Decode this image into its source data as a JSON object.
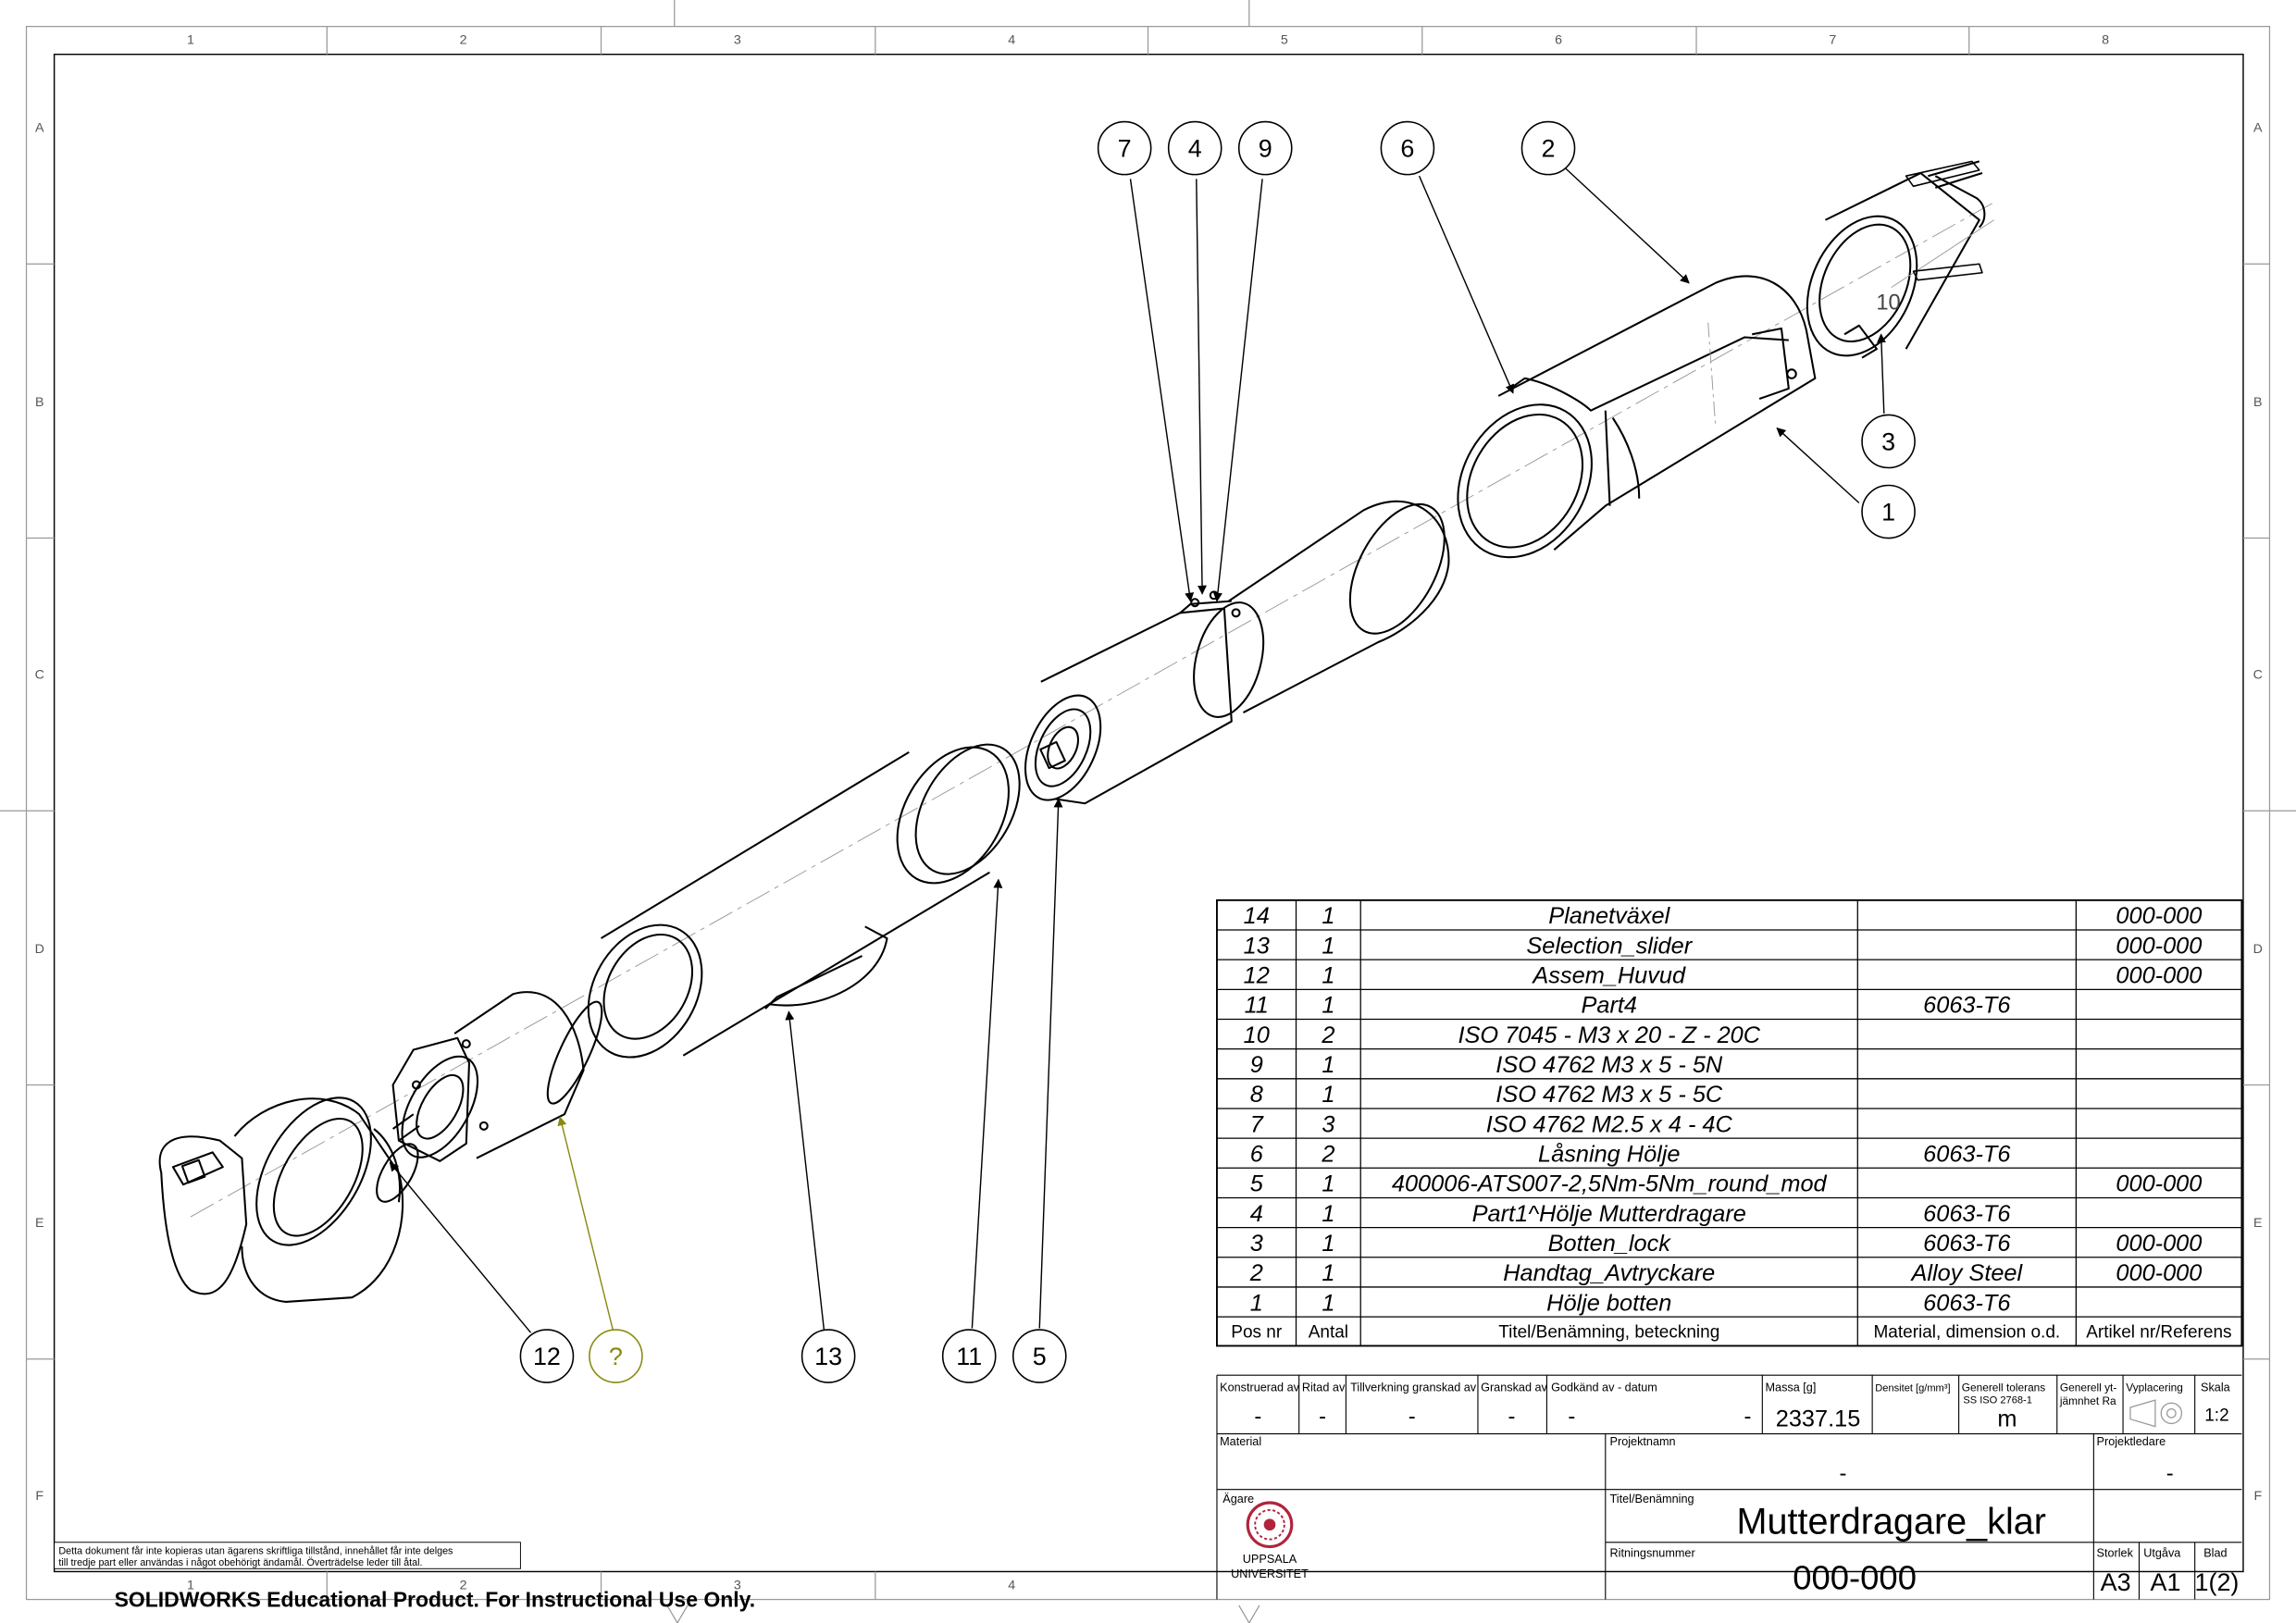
{
  "border": {
    "columns": [
      "1",
      "2",
      "3",
      "4",
      "5",
      "6",
      "7",
      "8"
    ],
    "rows": [
      "A",
      "B",
      "C",
      "D",
      "E",
      "F"
    ],
    "bottom_columns": [
      "1",
      "2",
      "3",
      "4"
    ]
  },
  "balloons": [
    {
      "label": "7"
    },
    {
      "label": "4"
    },
    {
      "label": "9"
    },
    {
      "label": "6"
    },
    {
      "label": "2"
    },
    {
      "label": "3"
    },
    {
      "label": "1"
    },
    {
      "label": "10"
    },
    {
      "label": "12"
    },
    {
      "label": "?"
    },
    {
      "label": "13"
    },
    {
      "label": "11"
    },
    {
      "label": "5"
    }
  ],
  "bom": {
    "rows": [
      {
        "pos": "14",
        "qty": "1",
        "title": "Planetväxel",
        "material": "",
        "article": "000-000"
      },
      {
        "pos": "13",
        "qty": "1",
        "title": "Selection_slider",
        "material": "",
        "article": "000-000"
      },
      {
        "pos": "12",
        "qty": "1",
        "title": "Assem_Huvud",
        "material": "",
        "article": "000-000"
      },
      {
        "pos": "11",
        "qty": "1",
        "title": "Part4",
        "material": "6063-T6",
        "article": ""
      },
      {
        "pos": "10",
        "qty": "2",
        "title": "ISO 7045 - M3 x 20 - Z - 20C",
        "material": "",
        "article": ""
      },
      {
        "pos": "9",
        "qty": "1",
        "title": "ISO 4762 M3 x 5 - 5N",
        "material": "",
        "article": ""
      },
      {
        "pos": "8",
        "qty": "1",
        "title": "ISO 4762 M3 x 5 - 5C",
        "material": "",
        "article": ""
      },
      {
        "pos": "7",
        "qty": "3",
        "title": "ISO 4762 M2.5 x 4 - 4C",
        "material": "",
        "article": ""
      },
      {
        "pos": "6",
        "qty": "2",
        "title": "Låsning Hölje",
        "material": "6063-T6",
        "article": ""
      },
      {
        "pos": "5",
        "qty": "1",
        "title": "400006-ATS007-2,5Nm-5Nm_round_mod",
        "material": "",
        "article": "000-000"
      },
      {
        "pos": "4",
        "qty": "1",
        "title": "Part1^Hölje Mutterdragare",
        "material": "6063-T6",
        "article": ""
      },
      {
        "pos": "3",
        "qty": "1",
        "title": "Botten_lock",
        "material": "6063-T6",
        "article": "000-000"
      },
      {
        "pos": "2",
        "qty": "1",
        "title": "Handtag_Avtryckare",
        "material": "Alloy Steel",
        "article": "000-000"
      },
      {
        "pos": "1",
        "qty": "1",
        "title": "Hölje botten",
        "material": "6063-T6",
        "article": ""
      }
    ],
    "header": {
      "pos": "Pos nr",
      "qty": "Antal",
      "title": "Titel/Benämning, beteckning",
      "material": "Material, dimension o.d.",
      "article": "Artikel nr/Referens"
    }
  },
  "title_block": {
    "labels": {
      "konstruerad": "Konstruerad av",
      "ritad": "Ritad av",
      "tillverkning": "Tillverkning granskad av",
      "granskad": "Granskad av",
      "godkand": "Godkänd av  - datum",
      "massa": "Massa [g]",
      "densitet": "Densitet [g/mm³]",
      "tolerans": "Generell tolerans",
      "tolerans_std": "SS ISO 2768-1",
      "ytjamnhet": "Generell yt-",
      "ytjamnhet2": "jämnhet Ra",
      "vyplacering": "Vyplacering",
      "skala": "Skala",
      "material": "Material",
      "projektnamn": "Projektnamn",
      "projektledare": "Projektledare",
      "agare": "Ägare",
      "titel": "Titel/Benämning",
      "ritningsnummer": "Ritningsnummer",
      "storlek": "Storlek",
      "utgava": "Utgåva",
      "blad": "Blad"
    },
    "values": {
      "konstruerad": "-",
      "ritad": "-",
      "tillverkning": "-",
      "granskad": "-",
      "godkand_name": "-",
      "godkand_date": "-",
      "massa": "2337.15",
      "tolerans": "m",
      "skala": "1:2",
      "projektnamn": "-",
      "projektledare": "-",
      "titel": "Mutterdragare_klar",
      "ritningsnummer": "000-000",
      "storlek": "A3",
      "utgava": "A1",
      "blad": "1(2)"
    },
    "owner": {
      "line1": "UPPSALA",
      "line2": "UNIVERSITET"
    }
  },
  "notice": {
    "line1": "Detta dokument får inte kopieras utan ägarens skriftliga tillstånd, innehållet får inte delges",
    "line2": "till tredje part eller användas i något obehörigt ändamål. Överträdelse leder till åtal."
  },
  "watermark": "SOLIDWORKS Educational Product. For Instructional Use Only.",
  "colors": {
    "line": "#000000",
    "border": "#9a9a9a",
    "question_balloon": "#8a8a10",
    "seal": "#b0243c"
  }
}
